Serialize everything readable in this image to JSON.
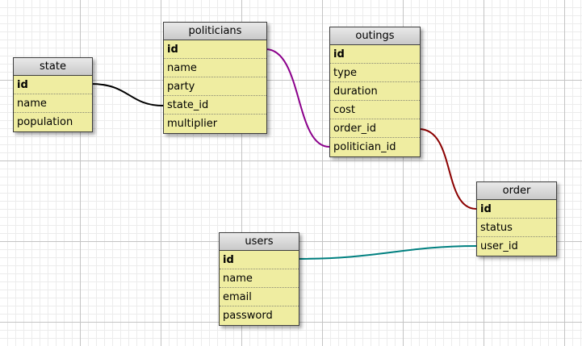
{
  "tables": {
    "state": {
      "name": "state",
      "fields": [
        "id",
        "name",
        "population"
      ]
    },
    "politicians": {
      "name": "politicians",
      "fields": [
        "id",
        "name",
        "party",
        "state_id",
        "multiplier"
      ]
    },
    "outings": {
      "name": "outings",
      "fields": [
        "id",
        "type",
        "duration",
        "cost",
        "order_id",
        "politician_id"
      ]
    },
    "order": {
      "name": "order",
      "fields": [
        "id",
        "status",
        "user_id"
      ]
    },
    "users": {
      "name": "users",
      "fields": [
        "id",
        "name",
        "email",
        "password"
      ]
    }
  },
  "relations": [
    {
      "from": "state.id",
      "to": "politicians.state_id",
      "color": "#000000"
    },
    {
      "from": "politicians.id",
      "to": "outings.politician_id",
      "color": "#8b008b"
    },
    {
      "from": "outings.order_id",
      "to": "order.id",
      "color": "#8b0000"
    },
    {
      "from": "users.id",
      "to": "order.user_id",
      "color": "#008080"
    }
  ]
}
